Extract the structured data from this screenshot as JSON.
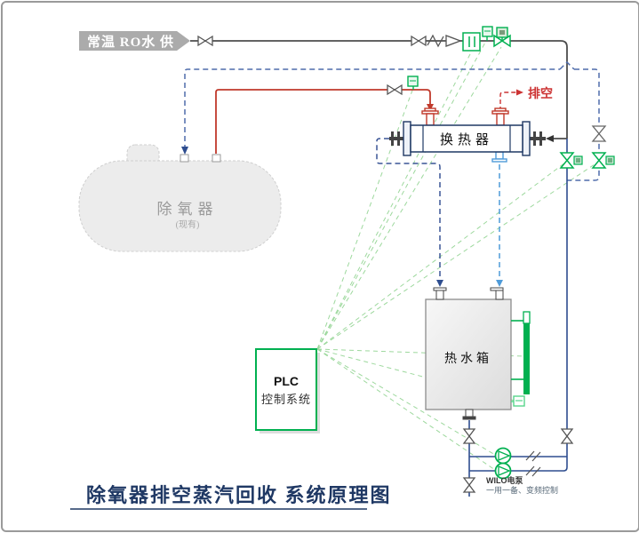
{
  "banner": {
    "label": "常温 RO水 供"
  },
  "labels": {
    "vent": "排空",
    "pump_name": "WILO电泵",
    "pump_note": "一用一备、变频控制"
  },
  "equipment": {
    "deaerator": {
      "label": "除氧器",
      "sublabel": "(现有)"
    },
    "heat_exchanger": {
      "label": "换热器"
    },
    "hot_water_tank": {
      "label": "热水箱"
    },
    "plc": {
      "line1": "PLC",
      "line2": "控制系统"
    }
  },
  "title": {
    "text": "除氧器排空蒸汽回收 系统原理图"
  },
  "colors": {
    "banner_gray": "#ababab",
    "pipe_gray": "#4d4d4d",
    "pipe_red": "#c0392b",
    "dash_navy": "#4f6cab",
    "pipe_blue": "#2e4d8f",
    "light_blue": "#4f9bd9",
    "instrument_green": "#00b050",
    "signal_green": "#9dd89d",
    "title_navy": "#1f3864",
    "vessel_gray": "#ececec"
  }
}
